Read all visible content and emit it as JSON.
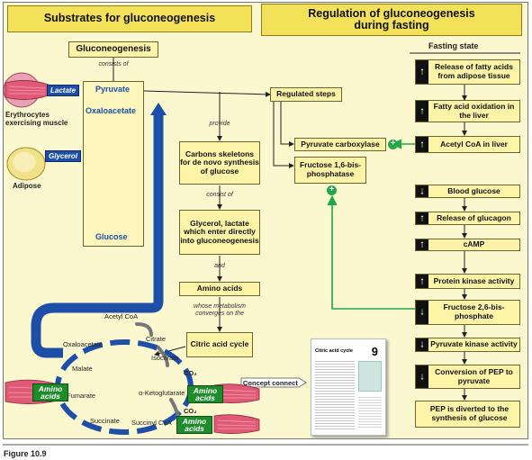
{
  "headers": {
    "left": "Substrates for gluconeogenesis",
    "right": "Regulation of gluconeogenesis during fasting"
  },
  "fasting_state_label": "Fasting state",
  "gluconeo": {
    "title": "Gluconeogenesis",
    "consists_of": "consists of",
    "pyruvate": "Pyruvate",
    "oxaloacetate": "Oxaloacetate",
    "glucose": "Glucose"
  },
  "sources": {
    "lactate": "Lactate",
    "erythrocytes": "Erythrocytes exercising muscle",
    "glycerol": "Glycerol",
    "adipose": "Adipose"
  },
  "middle": {
    "provide": "provide",
    "carbon_skeletons": "Carbons skeletons for de novo synthesis of glucose",
    "consist_of": "consist of",
    "glycerol_lactate": "Glycerol, lactate which enter directly into gluconeogenesis",
    "and": "and",
    "amino_acids": "Amino acids",
    "whose_metabolism": "whose metabolism converges on the",
    "citric_acid_cycle": "Citric acid cycle",
    "concept_connect": "Concept connect"
  },
  "regulated": {
    "regulated_steps": "Regulated steps",
    "pyruvate_carboxylase": "Pyruvate carboxylase",
    "fructose_bisphosphatase": "Fructose 1,6-bis-phosphatase"
  },
  "fasting_items": [
    {
      "arrow": "up",
      "label": "Release of fatty acids from adipose tissue"
    },
    {
      "arrow": "up",
      "label": "Fatty acid oxidation in the liver"
    },
    {
      "arrow": "up",
      "label": "Acetyl CoA in liver"
    },
    {
      "arrow": "down",
      "label": "Blood glucose"
    },
    {
      "arrow": "up",
      "label": "Release of glucagon"
    },
    {
      "arrow": "up",
      "label": "cAMP"
    },
    {
      "arrow": "up",
      "label": "Protein kinase activity"
    },
    {
      "arrow": "down",
      "label": "Fructose 2,6-bis-phosphate"
    },
    {
      "arrow": "down",
      "label": "Pyruvate kinase activity"
    },
    {
      "arrow": "down",
      "label": "Conversion of PEP to pyruvate"
    },
    {
      "arrow": "none",
      "label": "PEP is diverted to the synthesis of glucose"
    }
  ],
  "cycle": {
    "acetyl_coa": "Acetyl CoA",
    "citrate": "Citrate",
    "isocitrate": "Isocitrate",
    "co2_a": "CO₂",
    "alpha_kg": "α-Ketoglutarate",
    "co2_b": "CO₂",
    "succinyl_coa": "Succinyl CoA",
    "succinate": "Succinate",
    "fumarate": "Fumarate",
    "malate": "Malate",
    "oxaloacetate": "Oxaloacetate",
    "amino_acids_label": "Amino acids"
  },
  "thumbnail": {
    "title": "Citric acid cycle",
    "number": "9"
  },
  "plus_sign": "+",
  "figure_caption": "Figure 10.9",
  "colors": {
    "background": "#fbf7cf",
    "header": "#f4e15a",
    "box": "#fdf4a8",
    "blue_arrow": "#1d4fa8",
    "green": "#1f8c2c",
    "muscle_pink": "#e05a78"
  }
}
